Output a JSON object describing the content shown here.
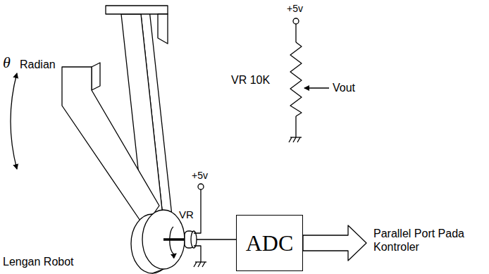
{
  "diagram": {
    "nodes": [
      {
        "text": [
          "ADC"
        ]
      }
    ],
    "labels": [
      "θ",
      "Radian",
      "+5v",
      "VR 10K",
      "Vout",
      "VR",
      "+5v",
      "Parallel Port Pada Kontroler",
      "Lengan Robot"
    ]
  }
}
